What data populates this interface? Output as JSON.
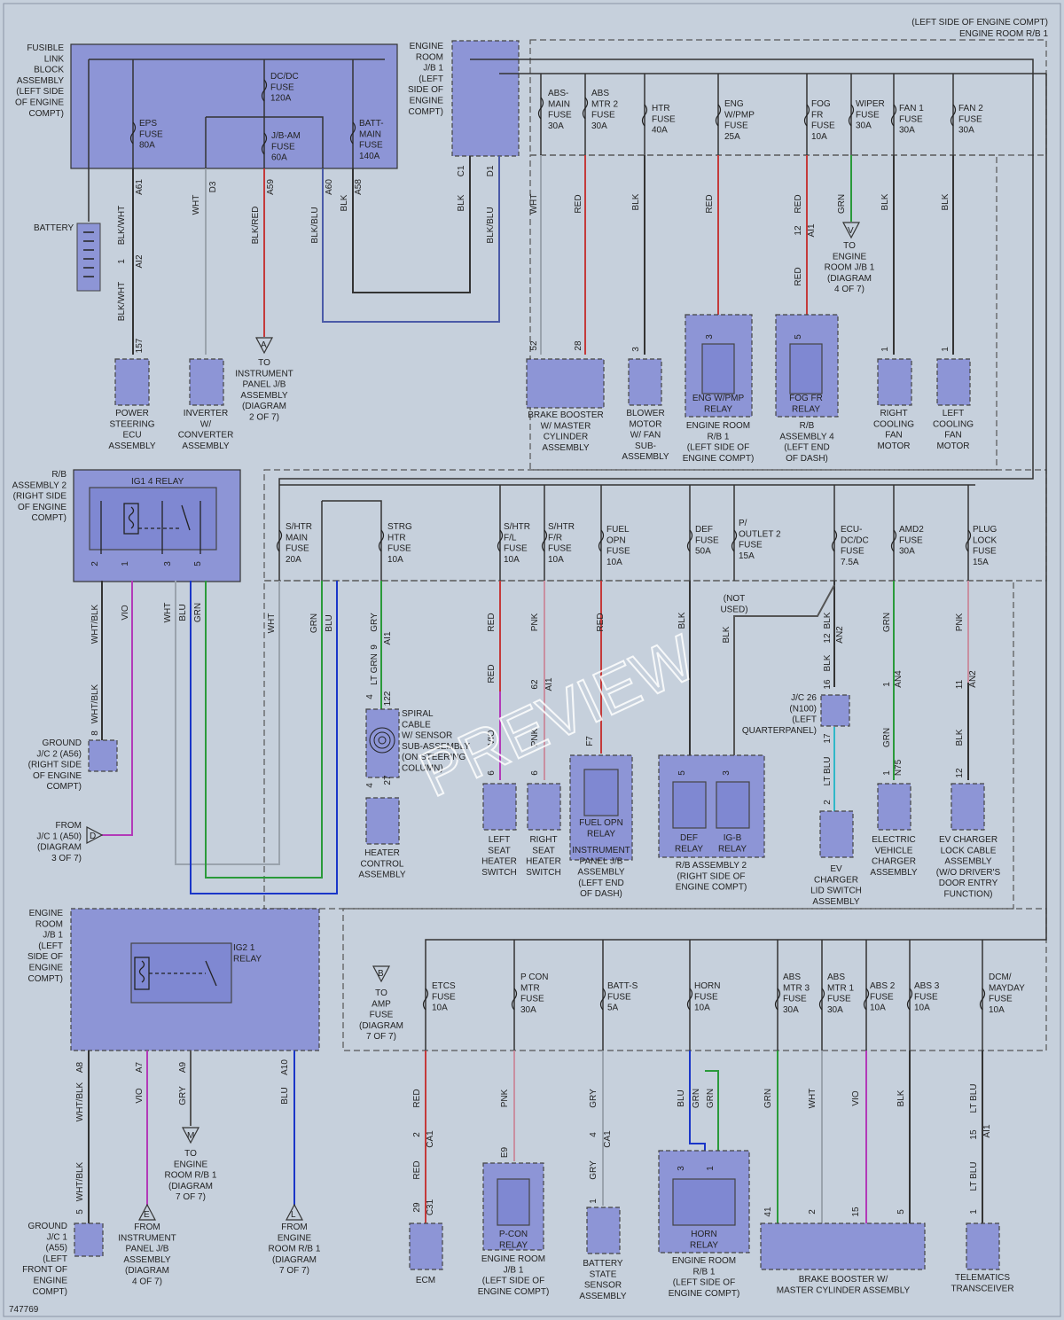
{
  "header": {
    "line1": "(LEFT SIDE OF ENGINE COMPT)",
    "line2": "ENGINE ROOM R/B 1"
  },
  "figure_id": "747769",
  "watermark": "PREVIEW",
  "blocks": {
    "fusible_link": [
      "FUSIBLE",
      "LINK",
      "BLOCK",
      "ASSEMBLY",
      "(LEFT SIDE",
      "OF ENGINE",
      "COMPT)"
    ],
    "jb1_top": [
      "ENGINE",
      "ROOM",
      "J/B 1",
      "(LEFT",
      "SIDE OF",
      "ENGINE",
      "COMPT)"
    ],
    "rb2_left": [
      "R/B",
      "ASSEMBLY 2",
      "(RIGHT SIDE",
      "OF ENGINE",
      "COMPT)"
    ],
    "jb1_bottom": [
      "ENGINE",
      "ROOM",
      "J/B 1",
      "(LEFT",
      "SIDE OF",
      "ENGINE",
      "COMPT)"
    ],
    "battery": "BATTERY",
    "ig1_relay": "IG1 4 RELAY",
    "ig2_relay": [
      "IG2 1",
      "RELAY"
    ]
  },
  "fuses": {
    "eps": [
      "EPS",
      "FUSE",
      "80A"
    ],
    "dcdc": [
      "DC/DC",
      "FUSE",
      "120A"
    ],
    "jbam": [
      "J/B-AM",
      "FUSE",
      "60A"
    ],
    "batt_main": [
      "BATT-",
      "MAIN",
      "FUSE",
      "140A"
    ],
    "abs_main": [
      "ABS-",
      "MAIN",
      "FUSE",
      "30A"
    ],
    "abs_mtr2": [
      "ABS",
      "MTR 2",
      "FUSE",
      "30A"
    ],
    "htr": [
      "HTR",
      "FUSE",
      "40A"
    ],
    "eng_wpmp": [
      "ENG",
      "W/PMP",
      "FUSE",
      "25A"
    ],
    "fog_fr": [
      "FOG",
      "FR",
      "FUSE",
      "10A"
    ],
    "wiper": [
      "WIPER",
      "FUSE",
      "30A"
    ],
    "fan1": [
      "FAN 1",
      "FUSE",
      "30A"
    ],
    "fan2": [
      "FAN 2",
      "FUSE",
      "30A"
    ],
    "shtr_main": [
      "S/HTR",
      "MAIN",
      "FUSE",
      "20A"
    ],
    "strg_htr": [
      "STRG",
      "HTR",
      "FUSE",
      "10A"
    ],
    "shtr_fl": [
      "S/HTR",
      "F/L",
      "FUSE",
      "10A"
    ],
    "shtr_fr": [
      "S/HTR",
      "F/R",
      "FUSE",
      "10A"
    ],
    "fuel_opn": [
      "FUEL",
      "OPN",
      "FUSE",
      "10A"
    ],
    "def": [
      "DEF",
      "FUSE",
      "50A"
    ],
    "p_outlet2": [
      "P/",
      "OUTLET 2",
      "FUSE",
      "15A"
    ],
    "ecu_dcdc": [
      "ECU-",
      "DC/DC",
      "FUSE",
      "7.5A"
    ],
    "amd2": [
      "AMD2",
      "FUSE",
      "30A"
    ],
    "plug_lock": [
      "PLUG",
      "LOCK",
      "FUSE",
      "15A"
    ],
    "etcs": [
      "ETCS",
      "FUSE",
      "10A"
    ],
    "p_con_mtr": [
      "P CON",
      "MTR",
      "FUSE",
      "30A"
    ],
    "batt_s": [
      "BATT-S",
      "FUSE",
      "5A"
    ],
    "horn": [
      "HORN",
      "FUSE",
      "10A"
    ],
    "abs_mtr3": [
      "ABS",
      "MTR 3",
      "FUSE",
      "30A"
    ],
    "abs_mtr1": [
      "ABS",
      "MTR 1",
      "FUSE",
      "30A"
    ],
    "abs2": [
      "ABS 2",
      "FUSE",
      "10A"
    ],
    "abs3": [
      "ABS 3",
      "FUSE",
      "10A"
    ],
    "dcm_mayday": [
      "DCM/",
      "MAYDAY",
      "FUSE",
      "10A"
    ]
  },
  "components": {
    "power_steering": [
      "POWER",
      "STEERING",
      "ECU",
      "ASSEMBLY"
    ],
    "inverter": [
      "INVERTER",
      "W/",
      "CONVERTER",
      "ASSEMBLY"
    ],
    "to_instr_panel": [
      "TO",
      "INSTRUMENT",
      "PANEL J/B",
      "ASSEMBLY",
      "(DIAGRAM",
      "2 OF 7)"
    ],
    "brake_booster_top": [
      "BRAKE BOOSTER",
      "W/ MASTER",
      "CYLINDER",
      "ASSEMBLY"
    ],
    "blower": [
      "BLOWER",
      "MOTOR",
      "W/ FAN",
      "SUB-",
      "ASSEMBLY"
    ],
    "eng_wpmp_relay": [
      "ENG W/PMP",
      "RELAY"
    ],
    "eng_room_rb1_a": [
      "ENGINE ROOM",
      "R/B 1",
      "(LEFT SIDE OF",
      "ENGINE COMPT)"
    ],
    "fog_fr_relay": [
      "FOG FR",
      "RELAY"
    ],
    "rb4": [
      "R/B",
      "ASSEMBLY 4",
      "(LEFT END",
      "OF DASH)"
    ],
    "to_jb1_diag4": [
      "TO",
      "ENGINE",
      "ROOM J/B 1",
      "(DIAGRAM",
      "4 OF 7)"
    ],
    "right_fan": [
      "RIGHT",
      "COOLING",
      "FAN",
      "MOTOR"
    ],
    "left_fan": [
      "LEFT",
      "COOLING",
      "FAN",
      "MOTOR"
    ],
    "ground_jc2": [
      "GROUND",
      "J/C 2 (A56)",
      "(RIGHT SIDE",
      "OF ENGINE",
      "COMPT)"
    ],
    "from_jc1": [
      "FROM",
      "J/C 1 (A50)",
      "(DIAGRAM",
      "3 OF 7)"
    ],
    "spiral": [
      "SPIRAL",
      "CABLE",
      "W/ SENSOR",
      "SUB-ASSEMBLY",
      "(ON STEERING",
      "COLUMN)"
    ],
    "heater_ctrl": [
      "HEATER",
      "CONTROL",
      "ASSEMBLY"
    ],
    "left_seat": [
      "LEFT",
      "SEAT",
      "HEATER",
      "SWITCH"
    ],
    "right_seat": [
      "RIGHT",
      "SEAT",
      "HEATER",
      "SWITCH"
    ],
    "fuel_opn_relay": [
      "FUEL OPN",
      "RELAY"
    ],
    "instr_panel_jb": [
      "INSTRUMENT",
      "PANEL J/B",
      "ASSEMBLY",
      "(LEFT END",
      "OF DASH)"
    ],
    "def_relay": [
      "DEF",
      "RELAY"
    ],
    "igb_relay": [
      "IG-B",
      "RELAY"
    ],
    "rb2_bottom": [
      "R/B ASSEMBLY 2",
      "(RIGHT SIDE OF",
      "ENGINE COMPT)"
    ],
    "not_used": [
      "(NOT",
      "USED)"
    ],
    "jc26": [
      "J/C 26",
      "(N100)",
      "(LEFT",
      "QUARTERPANEL)"
    ],
    "ev_lid": [
      "EV",
      "CHARGER",
      "LID SWITCH",
      "ASSEMBLY"
    ],
    "ev_charger": [
      "ELECTRIC",
      "VEHICLE",
      "CHARGER",
      "ASSEMBLY"
    ],
    "ev_lock": [
      "EV CHARGER",
      "LOCK CABLE",
      "ASSEMBLY",
      "(W/O DRIVER'S",
      "DOOR ENTRY",
      "FUNCTION)"
    ],
    "to_amp": [
      "TO",
      "AMP",
      "FUSE",
      "(DIAGRAM",
      "7 OF 7)"
    ],
    "ground_jc1": [
      "GROUND",
      "J/C 1",
      "(A55)",
      "(LEFT",
      "FRONT OF",
      "ENGINE",
      "COMPT)"
    ],
    "to_rb1_m": [
      "TO",
      "ENGINE",
      "ROOM R/B 1",
      "(DIAGRAM",
      "7 OF 7)"
    ],
    "from_instr": [
      "FROM",
      "INSTRUMENT",
      "PANEL J/B",
      "ASSEMBLY",
      "(DIAGRAM",
      "4 OF 7)"
    ],
    "from_rb1_l": [
      "FROM",
      "ENGINE",
      "ROOM R/B 1",
      "(DIAGRAM",
      "7 OF 7)"
    ],
    "ecm": "ECM",
    "pcon_relay": [
      "P-CON",
      "RELAY"
    ],
    "jb1_pcon": [
      "ENGINE ROOM",
      "J/B 1",
      "(LEFT SIDE OF",
      "ENGINE COMPT)"
    ],
    "batt_sensor": [
      "BATTERY",
      "STATE",
      "SENSOR",
      "ASSEMBLY"
    ],
    "horn_relay": [
      "HORN",
      "RELAY"
    ],
    "rb1_horn": [
      "ENGINE ROOM",
      "R/B 1",
      "(LEFT SIDE OF",
      "ENGINE COMPT)"
    ],
    "brake_booster_bot": [
      "BRAKE BOOSTER W/",
      "MASTER CYLINDER ASSEMBLY"
    ],
    "telematics": [
      "TELEMATICS",
      "TRANSCEIVER"
    ]
  },
  "wire_labels": [
    [
      "BLK/WHT",
      "140",
      "254"
    ],
    [
      "WHT",
      "224",
      "231"
    ],
    [
      "BLK/RED",
      "291",
      "254"
    ],
    [
      "BLK/BLU",
      "358",
      "254"
    ],
    [
      "BLK",
      "391",
      "229"
    ],
    [
      "BLK",
      "523",
      "229"
    ],
    [
      "BLK/BLU",
      "556",
      "254"
    ],
    [
      "WHT",
      "605",
      "230"
    ],
    [
      "RED",
      "655",
      "230"
    ],
    [
      "BLK",
      "720",
      "228"
    ],
    [
      "RED",
      "803",
      "230"
    ],
    [
      "RED",
      "903",
      "230"
    ],
    [
      "GRN",
      "952",
      "230"
    ],
    [
      "BLK",
      "1001",
      "228"
    ],
    [
      "BLK",
      "1069",
      "228"
    ],
    [
      "BLK/WHT",
      "140",
      "340"
    ],
    [
      "RED",
      "903",
      "312"
    ],
    [
      "WHT/BLK",
      "110",
      "704"
    ],
    [
      "VIO",
      "144",
      "691"
    ],
    [
      "WHT",
      "192",
      "691"
    ],
    [
      "BLU",
      "209",
      "691"
    ],
    [
      "GRN",
      "226",
      "691"
    ],
    [
      "WHT",
      "309",
      "703"
    ],
    [
      "GRN",
      "357",
      "703"
    ],
    [
      "BLU",
      "374",
      "703"
    ],
    [
      "GRY",
      "425",
      "702"
    ],
    [
      "RED",
      "557",
      "702"
    ],
    [
      "PNK",
      "606",
      "702"
    ],
    [
      "RED",
      "680",
      "702"
    ],
    [
      "BLK",
      "772",
      "700"
    ],
    [
      "BLK",
      "822",
      "716"
    ],
    [
      "BLK",
      "936",
      "700"
    ],
    [
      "GRN",
      "1003",
      "702"
    ],
    [
      "PNK",
      "1085",
      "702"
    ],
    [
      "WHT/BLK",
      "110",
      "794"
    ],
    [
      "LT GRN",
      "425",
      "755"
    ],
    [
      "RED",
      "557",
      "760"
    ],
    [
      "VIO",
      "557",
      "832"
    ],
    [
      "PNK",
      "606",
      "832"
    ],
    [
      "BLK",
      "936",
      "748"
    ],
    [
      "LT BLU",
      "936",
      "870"
    ],
    [
      "GRN",
      "1003",
      "832"
    ],
    [
      "BLK",
      "1085",
      "832"
    ],
    [
      "WHT/BLK",
      "93",
      "1243"
    ],
    [
      "VIO",
      "160",
      "1236"
    ],
    [
      "GRY",
      "209",
      "1236"
    ],
    [
      "BLU",
      "324",
      "1236"
    ],
    [
      "RED",
      "473",
      "1239"
    ],
    [
      "PNK",
      "572",
      "1239"
    ],
    [
      "GRY",
      "672",
      "1239"
    ],
    [
      "BLU",
      "771",
      "1239"
    ],
    [
      "GRN",
      "788",
      "1239"
    ],
    [
      "GRN",
      "804",
      "1239"
    ],
    [
      "GRN",
      "869",
      "1239"
    ],
    [
      "WHT",
      "919",
      "1239"
    ],
    [
      "VIO",
      "968",
      "1239"
    ],
    [
      "BLK",
      "1019",
      "1239"
    ],
    [
      "LT BLU",
      "1101",
      "1239"
    ],
    [
      "WHT/BLK",
      "93",
      "1333"
    ],
    [
      "RED",
      "473",
      "1320"
    ],
    [
      "GRY",
      "672",
      "1320"
    ],
    [
      "LT BLU",
      "1101",
      "1327"
    ]
  ],
  "pins": [
    [
      "A61",
      "160",
      "211"
    ],
    [
      "D3",
      "243",
      "211"
    ],
    [
      "A59",
      "308",
      "211"
    ],
    [
      "A60",
      "374",
      "211"
    ],
    [
      "A58",
      "407",
      "211"
    ],
    [
      "C1",
      "523",
      "193"
    ],
    [
      "D1",
      "556",
      "193"
    ],
    [
      "1",
      "140",
      "295"
    ],
    [
      "AI2",
      "160",
      "295"
    ],
    [
      "157",
      "160",
      "390"
    ],
    [
      "52",
      "605",
      "390"
    ],
    [
      "28",
      "655",
      "390"
    ],
    [
      "3",
      "720",
      "394"
    ],
    [
      "3",
      "803",
      "380"
    ],
    [
      "5",
      "903",
      "380"
    ],
    [
      "1",
      "1001",
      "394"
    ],
    [
      "1",
      "1069",
      "394"
    ],
    [
      "12",
      "903",
      "260"
    ],
    [
      "AI1",
      "918",
      "260"
    ],
    [
      "2",
      "110",
      "636"
    ],
    [
      "1",
      "144",
      "636"
    ],
    [
      "3",
      "192",
      "636"
    ],
    [
      "5",
      "226",
      "636"
    ],
    [
      "8",
      "110",
      "827"
    ],
    [
      "9",
      "425",
      "730"
    ],
    [
      "AI1",
      "440",
      "720"
    ],
    [
      "122",
      "440",
      "788"
    ],
    [
      "4",
      "420",
      "786"
    ],
    [
      "27",
      "440",
      "880"
    ],
    [
      "4",
      "420",
      "886"
    ],
    [
      "62",
      "606",
      "772"
    ],
    [
      "AI1",
      "622",
      "772"
    ],
    [
      "6",
      "557",
      "872"
    ],
    [
      "6",
      "606",
      "872"
    ],
    [
      "F7",
      "668",
      "836"
    ],
    [
      "5",
      "772",
      "872"
    ],
    [
      "3",
      "822",
      "872"
    ],
    [
      "12",
      "936",
      "720"
    ],
    [
      "AN2",
      "950",
      "716"
    ],
    [
      "16",
      "936",
      "772"
    ],
    [
      "17",
      "936",
      "833"
    ],
    [
      "2",
      "936",
      "905"
    ],
    [
      "1",
      "1003",
      "772"
    ],
    [
      "AN4",
      "1016",
      "766"
    ],
    [
      "1",
      "1003",
      "872"
    ],
    [
      "N75",
      "1016",
      "866"
    ],
    [
      "11",
      "1085",
      "772"
    ],
    [
      "AN2",
      "1100",
      "766"
    ],
    [
      "12",
      "1085",
      "872"
    ],
    [
      "A8",
      "93",
      "1204"
    ],
    [
      "A7",
      "160",
      "1204"
    ],
    [
      "A9",
      "209",
      "1204"
    ],
    [
      "A10",
      "324",
      "1204"
    ],
    [
      "5",
      "93",
      "1367"
    ],
    [
      "2",
      "473",
      "1280"
    ],
    [
      "CA1",
      "488",
      "1285"
    ],
    [
      "29",
      "473",
      "1362"
    ],
    [
      "C31",
      "488",
      "1362"
    ],
    [
      "E9",
      "572",
      "1300"
    ],
    [
      "4",
      "672",
      "1280"
    ],
    [
      "CA1",
      "688",
      "1285"
    ],
    [
      "1",
      "672",
      "1355"
    ],
    [
      "3",
      "771",
      "1318"
    ],
    [
      "1",
      "804",
      "1318"
    ],
    [
      "41",
      "869",
      "1367"
    ],
    [
      "2",
      "919",
      "1367"
    ],
    [
      "15",
      "968",
      "1367"
    ],
    [
      "5",
      "1019",
      "1367"
    ],
    [
      "15",
      "1101",
      "1280"
    ],
    [
      "AI1",
      "1116",
      "1276"
    ],
    [
      "1",
      "1101",
      "1367"
    ]
  ]
}
